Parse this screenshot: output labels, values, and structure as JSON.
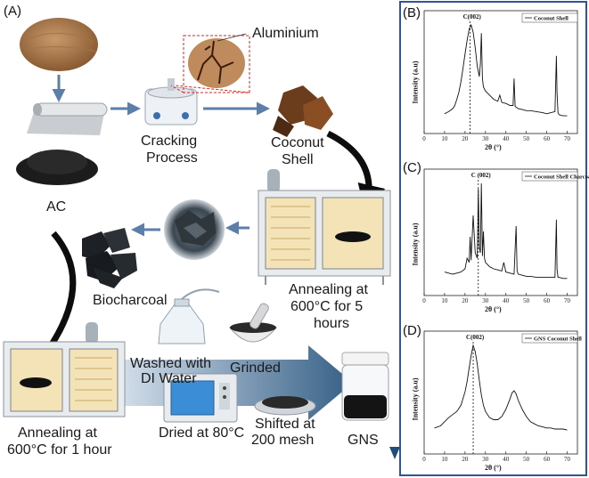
{
  "panel_labels": {
    "a": "(A)",
    "b": "(B)",
    "c": "(C)",
    "d": "(D)"
  },
  "process": {
    "aluminium": "Aluminium",
    "cracking_line1": "Cracking",
    "cracking_line2": "Process",
    "coconut_line1": "Coconut",
    "coconut_line2": "Shell",
    "ac": "AC",
    "biocharcoal": "Biocharcoal",
    "anneal5_line1": "Annealing at",
    "anneal5_line2": "600°C for 5",
    "anneal5_line3": "hours",
    "washed_line1": "Washed with",
    "washed_line2": "DI Water",
    "grinded": "Grinded",
    "anneal1_line1": "Annealing at",
    "anneal1_line2": "600°C for 1 hour",
    "dried": "Dried at 80°C",
    "shifted_line1": "Shifted at",
    "shifted_line2": "200 mesh",
    "gns": "GNS"
  },
  "colors": {
    "frame": "#2f5597",
    "arrow": "#5b7fa8",
    "curve_arrow": "#0d0d0d",
    "flow_arrow": "#1f4e79"
  },
  "chart_data": [
    {
      "type": "line",
      "panel": "(B)",
      "legend": "Coconut Shell",
      "xlabel": "2θ (°)",
      "ylabel": "Intensity (a.u)",
      "xlim": [
        0,
        75
      ],
      "xticks": [
        "0",
        "10",
        "20",
        "30",
        "40",
        "50",
        "60",
        "70"
      ],
      "peak_label": "C(002)",
      "peak_x": 22.5,
      "series": [
        {
          "x": [
            10,
            12,
            14,
            15,
            16,
            17,
            18,
            19,
            20,
            21,
            22,
            23,
            24,
            25,
            26,
            27,
            27.5,
            28,
            28.5,
            29,
            30,
            31,
            32,
            34,
            36,
            37,
            38,
            40,
            42,
            43.5,
            44,
            44.5,
            46,
            48,
            50,
            52,
            55,
            58,
            60,
            62,
            64,
            64.7,
            65,
            65.5,
            66,
            68,
            70
          ],
          "y": [
            0.14,
            0.16,
            0.19,
            0.22,
            0.28,
            0.35,
            0.45,
            0.58,
            0.72,
            0.85,
            0.96,
            1.0,
            0.93,
            0.78,
            0.6,
            0.5,
            0.62,
            0.92,
            0.48,
            0.4,
            0.36,
            0.34,
            0.32,
            0.28,
            0.26,
            0.32,
            0.25,
            0.24,
            0.22,
            0.22,
            0.48,
            0.21,
            0.19,
            0.18,
            0.17,
            0.17,
            0.16,
            0.15,
            0.14,
            0.15,
            0.16,
            0.7,
            0.35,
            0.15,
            0.13,
            0.12,
            0.12
          ]
        }
      ]
    },
    {
      "type": "line",
      "panel": "(C)",
      "legend": "Coconut Shell Charcoal",
      "xlabel": "2θ (°)",
      "ylabel": "Intensity (a.u)",
      "xlim": [
        0,
        75
      ],
      "xticks": [
        "0",
        "10",
        "20",
        "30",
        "40",
        "50",
        "60",
        "70"
      ],
      "peak_label": "C (002)",
      "peak_x": 26.5,
      "series": [
        {
          "x": [
            10,
            12,
            14,
            16,
            18,
            20,
            21,
            22,
            22.5,
            23,
            24,
            25,
            26,
            26.5,
            27,
            27.5,
            28,
            28.5,
            29,
            29.5,
            30,
            31,
            32,
            34,
            36,
            38,
            39,
            40,
            42,
            44,
            45,
            45.5,
            46,
            48,
            50,
            52,
            55,
            58,
            60,
            62,
            64,
            64.7,
            65,
            65.5,
            66,
            68,
            70
          ],
          "y": [
            0.17,
            0.16,
            0.15,
            0.16,
            0.17,
            0.2,
            0.3,
            0.26,
            0.5,
            0.28,
            0.7,
            0.35,
            0.3,
            0.95,
            0.4,
            0.35,
            1.0,
            0.32,
            0.55,
            0.3,
            0.26,
            0.24,
            0.22,
            0.2,
            0.19,
            0.18,
            0.26,
            0.17,
            0.16,
            0.15,
            0.6,
            0.18,
            0.15,
            0.14,
            0.13,
            0.13,
            0.12,
            0.12,
            0.12,
            0.12,
            0.12,
            0.66,
            0.2,
            0.12,
            0.12,
            0.11,
            0.11
          ]
        }
      ]
    },
    {
      "type": "line",
      "panel": "(D)",
      "legend": "GNS Coconut Shell",
      "xlabel": "2θ (°)",
      "ylabel": "Intensity (a.u)",
      "xlim": [
        0,
        75
      ],
      "xticks": [
        "0",
        "10",
        "20",
        "30",
        "40",
        "50",
        "60",
        "70"
      ],
      "peak_label": "C(002)",
      "peak_x": 24,
      "series": [
        {
          "x": [
            5,
            8,
            10,
            12,
            14,
            16,
            18,
            20,
            21,
            22,
            23,
            24,
            25,
            26,
            27,
            28,
            29,
            30,
            32,
            34,
            36,
            38,
            40,
            42,
            43,
            44,
            45,
            46,
            48,
            50,
            52,
            54,
            56,
            58,
            60,
            62,
            64,
            66,
            68,
            70
          ],
          "y": [
            0.2,
            0.22,
            0.26,
            0.3,
            0.33,
            0.36,
            0.42,
            0.55,
            0.65,
            0.78,
            0.9,
            1.0,
            0.94,
            0.82,
            0.66,
            0.52,
            0.42,
            0.36,
            0.3,
            0.28,
            0.28,
            0.31,
            0.38,
            0.48,
            0.54,
            0.56,
            0.53,
            0.47,
            0.38,
            0.31,
            0.26,
            0.24,
            0.22,
            0.21,
            0.2,
            0.2,
            0.19,
            0.19,
            0.19,
            0.18
          ]
        }
      ]
    }
  ]
}
